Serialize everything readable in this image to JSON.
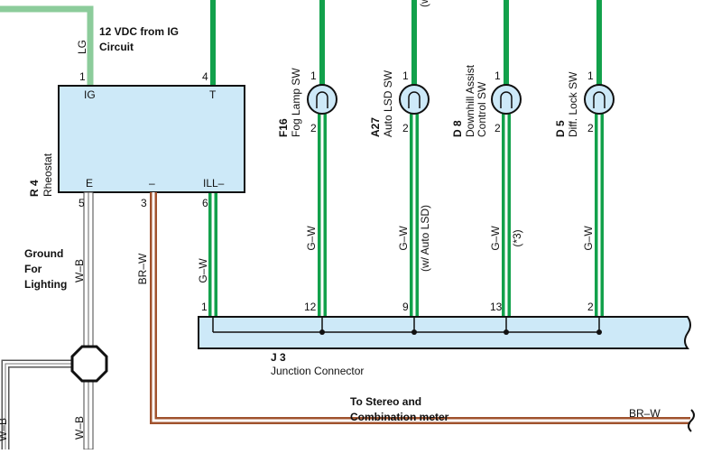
{
  "colors": {
    "green_wire": "#12a14b",
    "light_green_wire": "#8ccc9b",
    "brown_wire": "#a0522d",
    "component_fill": "#cde9f8",
    "outline": "#111111"
  },
  "notes": {
    "ig_source": [
      "12 VDC from IG",
      "Circuit"
    ],
    "ground": [
      "Ground",
      "For",
      "Lighting"
    ],
    "stereo": [
      "To Stereo and",
      "Combination meter"
    ]
  },
  "rheostat": {
    "code": "R 4",
    "name": "Rheostat",
    "terminals": {
      "ig": "IG",
      "t": "T",
      "e": "E",
      "minus": "–",
      "ill": "ILL–"
    },
    "pins": {
      "ig": "1",
      "t": "4",
      "e": "5",
      "minus": "3",
      "ill": "6"
    }
  },
  "junction": {
    "code": "J 3",
    "name": "Junction Connector"
  },
  "wires": {
    "lg": "LG",
    "wb": "W–B",
    "brw": "BR–W",
    "gw": "G–W",
    "partial_top": "(w"
  },
  "switches": [
    {
      "code": "F16",
      "name": [
        "Fog Lamp SW"
      ],
      "pin_top": "1",
      "pin_bottom": "2",
      "wire": "G–W",
      "note": "",
      "junction_pin": "12"
    },
    {
      "code": "A27",
      "name": [
        "Auto LSD SW"
      ],
      "pin_top": "1",
      "pin_bottom": "2",
      "wire": "G–W",
      "note": "(w/ Auto LSD)",
      "junction_pin": "9"
    },
    {
      "code": "D 8",
      "name": [
        "Downhill Assist",
        "Control SW"
      ],
      "pin_top": "1",
      "pin_bottom": "2",
      "wire": "G–W",
      "note": "(*3)",
      "junction_pin": "13"
    },
    {
      "code": "D 5",
      "name": [
        "Diff.  Lock SW"
      ],
      "pin_top": "1",
      "pin_bottom": "2",
      "wire": "G–W",
      "note": "",
      "junction_pin": "2"
    }
  ],
  "junction_first_pin": "1"
}
